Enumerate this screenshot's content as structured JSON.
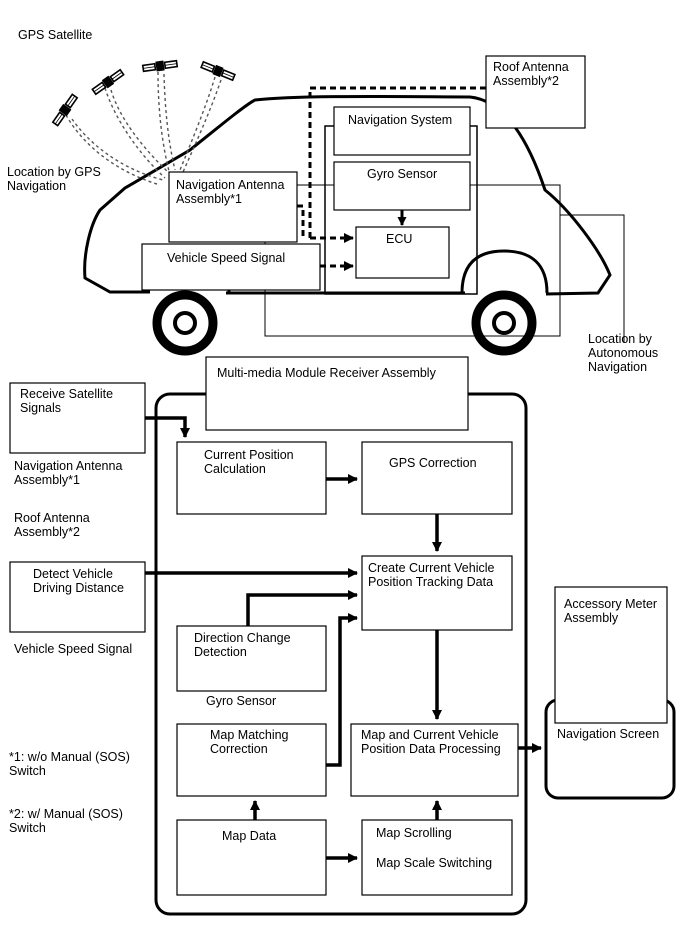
{
  "car": {
    "gps_satellite": "GPS Satellite",
    "location_by_gps": "Location by GPS\nNavigation",
    "nav_antenna": "Navigation Antenna\nAssembly*1",
    "roof_antenna": "Roof Antenna\nAssembly*2",
    "navigation_system": "Navigation System",
    "gyro_sensor": "Gyro Sensor",
    "ecu": "ECU",
    "vehicle_speed_signal": "Vehicle Speed Signal",
    "location_by_autonomous": "Location by\nAutonomous\nNavigation"
  },
  "flow": {
    "module_title": "Multi-media Module Receiver Assembly",
    "receive_satellite": "Receive Satellite\nSignals",
    "nav_antenna": "Navigation Antenna\nAssembly*1",
    "roof_antenna": "Roof Antenna\nAssembly*2",
    "detect_distance": "Detect Vehicle\nDriving Distance",
    "vehicle_speed_signal": "Vehicle Speed Signal",
    "current_position": "Current Position\nCalculation",
    "gps_correction": "GPS Correction",
    "create_tracking": "Create Current Vehicle\nPosition Tracking Data",
    "direction_change": "Direction Change\nDetection",
    "gyro_sensor": "Gyro Sensor",
    "map_matching": "Map Matching\nCorrection",
    "map_position_processing": "Map and Current Vehicle\nPosition Data Processing",
    "map_data": "Map Data",
    "map_scrolling": "Map Scrolling",
    "map_scale": "Map Scale Switching",
    "accessory_meter": "Accessory Meter\nAssembly",
    "navigation_screen": "Navigation Screen"
  },
  "notes": {
    "note1": "*1: w/o Manual (SOS)\nSwitch",
    "note2": "*2: w/ Manual (SOS)\nSwitch"
  }
}
